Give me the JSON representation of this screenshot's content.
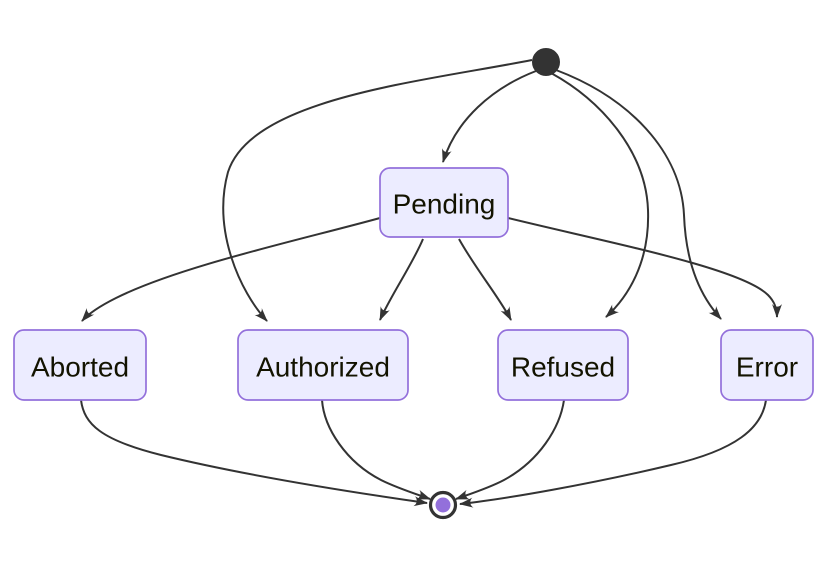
{
  "diagram": {
    "type": "state-diagram",
    "background_color": "#ffffff",
    "colors": {
      "state_fill": "#ECECFF",
      "state_border": "#9370DB",
      "edge_line": "#333333",
      "label_text": "#131300",
      "start_node_fill": "#333333",
      "end_node_ring": "#333333",
      "end_node_inner_fill": "#9370DB"
    },
    "states": {
      "start": {
        "label": "",
        "kind": "initial"
      },
      "pending": {
        "label": "Pending",
        "kind": "state"
      },
      "aborted": {
        "label": "Aborted",
        "kind": "state"
      },
      "authorized": {
        "label": "Authorized",
        "kind": "state"
      },
      "refused": {
        "label": "Refused",
        "kind": "state"
      },
      "error": {
        "label": "Error",
        "kind": "state"
      },
      "end": {
        "label": "",
        "kind": "final"
      }
    },
    "transitions": [
      {
        "from": "start",
        "to": "pending"
      },
      {
        "from": "start",
        "to": "authorized"
      },
      {
        "from": "start",
        "to": "refused"
      },
      {
        "from": "start",
        "to": "error"
      },
      {
        "from": "pending",
        "to": "aborted"
      },
      {
        "from": "pending",
        "to": "authorized"
      },
      {
        "from": "pending",
        "to": "refused"
      },
      {
        "from": "pending",
        "to": "error"
      },
      {
        "from": "aborted",
        "to": "end"
      },
      {
        "from": "authorized",
        "to": "end"
      },
      {
        "from": "refused",
        "to": "end"
      },
      {
        "from": "error",
        "to": "end"
      }
    ]
  }
}
